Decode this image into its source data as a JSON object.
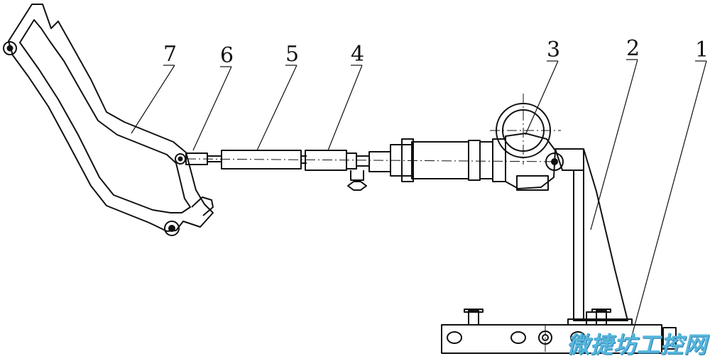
{
  "callouts": [
    "1",
    "2",
    "3",
    "4",
    "5",
    "6",
    "7"
  ],
  "watermark": "微捷坊工控网"
}
